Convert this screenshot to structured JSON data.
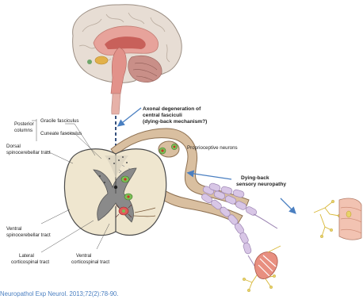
{
  "labels": {
    "posterior_columns": [
      "Posterior",
      "columns"
    ],
    "gracile": "Gracile fasciculus",
    "cuneate": "Cuneate fasciculus",
    "dorsal_spinocerebellar": [
      "Dorsal",
      "spinocerebellar tract"
    ],
    "ventral_spinocerebellar": [
      "Ventral",
      "spinocerebellar tract"
    ],
    "lateral_corticospinal": [
      "Lateral",
      "corticospinal tract"
    ],
    "ventral_corticospinal": [
      "Ventral",
      "corticospinal tract"
    ],
    "axonal_degeneration": [
      "Axonal degeneration of",
      "central fasciculi",
      "(dying-back mechanism?)"
    ],
    "proprioceptive_neurons": "Proprioceptive neurons",
    "dying_back": [
      "Dying-back",
      "sensory neuropathy"
    ]
  },
  "citation": "Neuropathol Exp Neurol. 2013;72(2):78-90.",
  "colors": {
    "arrow": "#4a7fc1",
    "citation": "#4a7fc1",
    "nerve_fibre": "#d9bfa0",
    "myelin": "#d8c6e6",
    "grey_matter": "#8a8a8a",
    "white_matter": "#efe6cf"
  }
}
